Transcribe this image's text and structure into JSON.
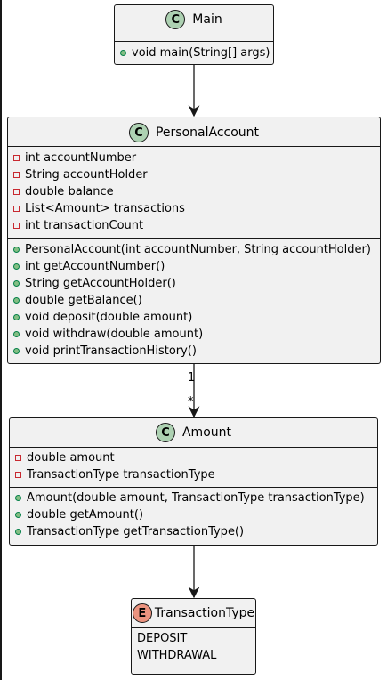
{
  "main": {
    "name": "Main",
    "badge": "C",
    "methods": [
      {
        "vis": "public",
        "text": "void main(String[] args)"
      }
    ]
  },
  "personal_account": {
    "name": "PersonalAccount",
    "badge": "C",
    "fields": [
      {
        "vis": "private",
        "text": "int accountNumber"
      },
      {
        "vis": "private",
        "text": "String accountHolder"
      },
      {
        "vis": "private",
        "text": "double balance"
      },
      {
        "vis": "private",
        "text": "List<Amount> transactions"
      },
      {
        "vis": "private",
        "text": "int transactionCount"
      }
    ],
    "methods": [
      {
        "vis": "public",
        "text": "PersonalAccount(int accountNumber, String accountHolder)"
      },
      {
        "vis": "public",
        "text": "int getAccountNumber()"
      },
      {
        "vis": "public",
        "text": "String getAccountHolder()"
      },
      {
        "vis": "public",
        "text": "double getBalance()"
      },
      {
        "vis": "public",
        "text": "void deposit(double amount)"
      },
      {
        "vis": "public",
        "text": "void withdraw(double amount)"
      },
      {
        "vis": "public",
        "text": "void printTransactionHistory()"
      }
    ]
  },
  "amount": {
    "name": "Amount",
    "badge": "C",
    "fields": [
      {
        "vis": "private",
        "text": "double amount"
      },
      {
        "vis": "private",
        "text": "TransactionType transactionType"
      }
    ],
    "methods": [
      {
        "vis": "public",
        "text": "Amount(double amount, TransactionType transactionType)"
      },
      {
        "vis": "public",
        "text": "double getAmount()"
      },
      {
        "vis": "public",
        "text": "TransactionType getTransactionType()"
      }
    ]
  },
  "transaction_type": {
    "name": "TransactionType",
    "badge": "E",
    "values": [
      "DEPOSIT",
      "WITHDRAWAL"
    ]
  },
  "edges": {
    "account_amount_source_multiplicity": "1",
    "account_amount_target_multiplicity": "*"
  },
  "colors": {
    "box_fill": "#F1F1F1",
    "border": "#181818",
    "class_badge": "#ADD1B2",
    "enum_badge": "#EB937F",
    "private_marker": "#C82930",
    "public_marker": "#84BE84"
  }
}
